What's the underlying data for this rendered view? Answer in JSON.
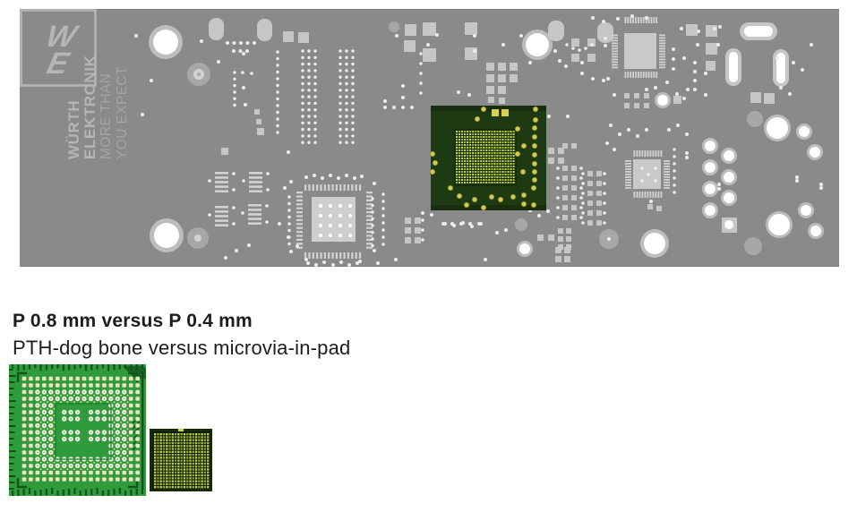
{
  "slide": {
    "board": {
      "brand": {
        "line1": "WÜRTH",
        "line2": "ELEKTRONIK",
        "line3": "MORE THAN",
        "line4": "YOU EXPECT"
      },
      "logo_monogram": "WE"
    },
    "caption": {
      "title": "P 0.8 mm versus P 0.4 mm",
      "subtitle": "PTH-dog bone versus microvia-in-pad"
    },
    "colors": {
      "page_bg": "#ffffff",
      "board_bg": "#8a8a8a",
      "pad": "#c6c6c6",
      "pad_light": "#d2d2d2",
      "dot": "#ececec",
      "hole": "#ffffff",
      "ring": "#bdbdbd",
      "gray_circle": "#a7a7a7",
      "brand_text": "#b5b5b5",
      "brand_text2": "#a4a4a4",
      "overlay_bg": "#1d3a12",
      "overlay_grid_bg": "#16300e",
      "overlay_pad_a": "#ccd84f",
      "overlay_pad_b": "#aab93e",
      "overlay_dot": "#d2ca50",
      "overlay_dot_edge": "#73762b",
      "photo1_bg": "#2f9b3d",
      "photo1_trace": "#14521c",
      "photo1_pad_cream": "#eae3bd",
      "photo1_pad_white": "#f2f0e4",
      "photo1_pad_center": "#9aa07a",
      "photo1_via": "#c8d37a",
      "photo2_bg": "#16290b",
      "photo2_inner": "#0d1f07",
      "heading_text": "#1d1d1b"
    }
  }
}
